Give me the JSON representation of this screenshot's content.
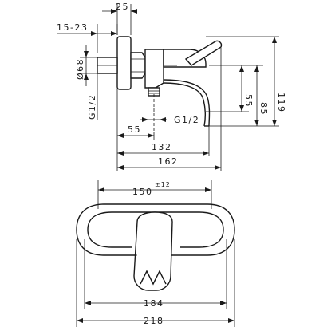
{
  "dimensions": {
    "top_offset": "25",
    "wall_range": "15-23",
    "diameter": "Ø68",
    "left_thread": "G1/2",
    "thread_bottom": "G1/2",
    "h55": "55",
    "h85": "85",
    "h119": "119",
    "d55": "55",
    "d132": "132",
    "d162": "162",
    "d150": "150",
    "d150_tol": "±12",
    "d184": "184",
    "d218": "218"
  },
  "colors": {
    "line": "#1a1a1a",
    "background": "#ffffff"
  }
}
